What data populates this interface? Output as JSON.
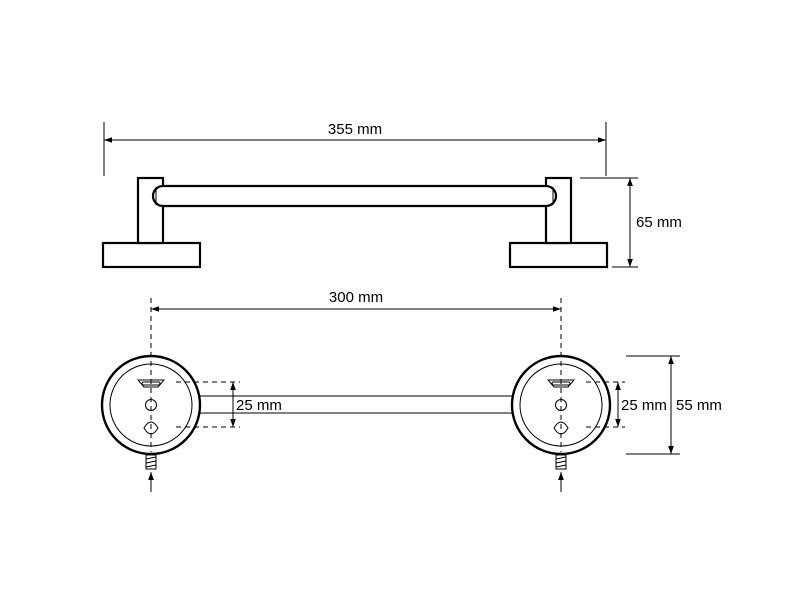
{
  "dimensions": {
    "overall_length": "355 mm",
    "height": "65 mm",
    "center_distance": "300 mm",
    "hole_spacing_left": "25 mm",
    "hole_spacing_right": "25 mm",
    "base_diameter": "55 mm"
  },
  "colors": {
    "line": "#000000",
    "background": "#ffffff"
  }
}
